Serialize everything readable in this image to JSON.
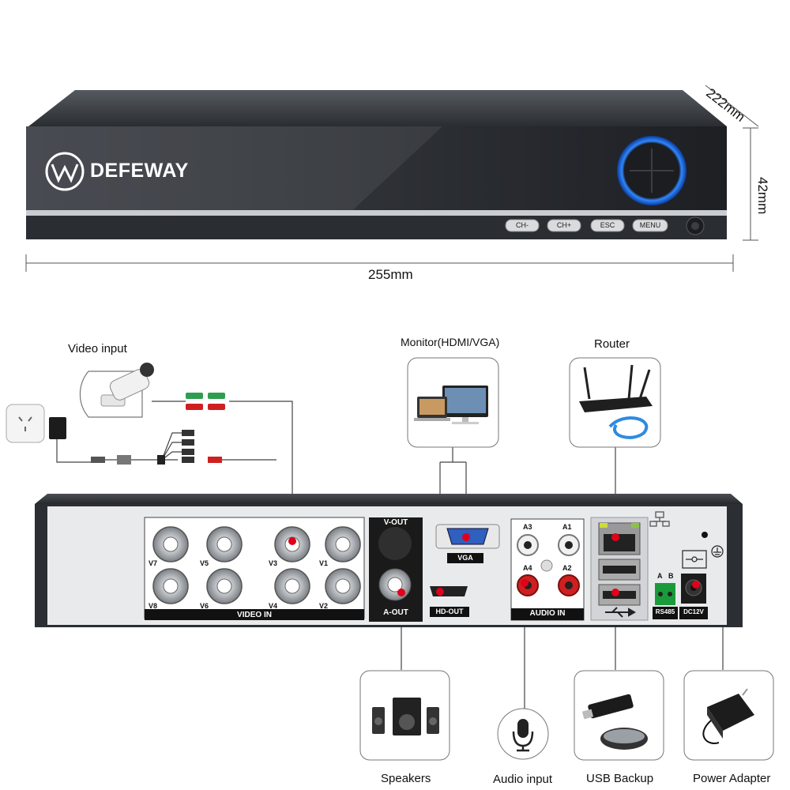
{
  "front": {
    "brand": "DEFEWAY",
    "buttons": [
      "CH-",
      "CH+",
      "ESC",
      "MENU"
    ]
  },
  "dimensions": {
    "width": "255mm",
    "height": "42mm",
    "depth": "222mm"
  },
  "callouts": {
    "video_input": "Video input",
    "monitor": "Monitor(HDMI/VGA)",
    "router": "Router",
    "speakers": "Speakers",
    "audio_input": "Audio input",
    "usb_backup": "USB Backup",
    "power_adapter": "Power Adapter"
  },
  "rear": {
    "video_ports_top": [
      "V7",
      "V5",
      "V3",
      "V1"
    ],
    "video_ports_bottom": [
      "V8",
      "V6",
      "V4",
      "V2"
    ],
    "video_in": "VIDEO IN",
    "v_out": "V-OUT",
    "a_out": "A-OUT",
    "vga": "VGA",
    "hd_out": "HD-OUT",
    "audio_top": [
      "A3",
      "A1"
    ],
    "audio_bottom": [
      "A4",
      "A2"
    ],
    "audio_in": "AUDIO IN",
    "rs485": "RS485",
    "rs485_ab": [
      "A",
      "B"
    ],
    "dc12v": "DC12V"
  },
  "colors": {
    "accent_blue": "#1e6ee8",
    "marker_red": "#e0001a",
    "panel_dark": "#2c2f34",
    "rear_panel": "#e9eaec"
  }
}
